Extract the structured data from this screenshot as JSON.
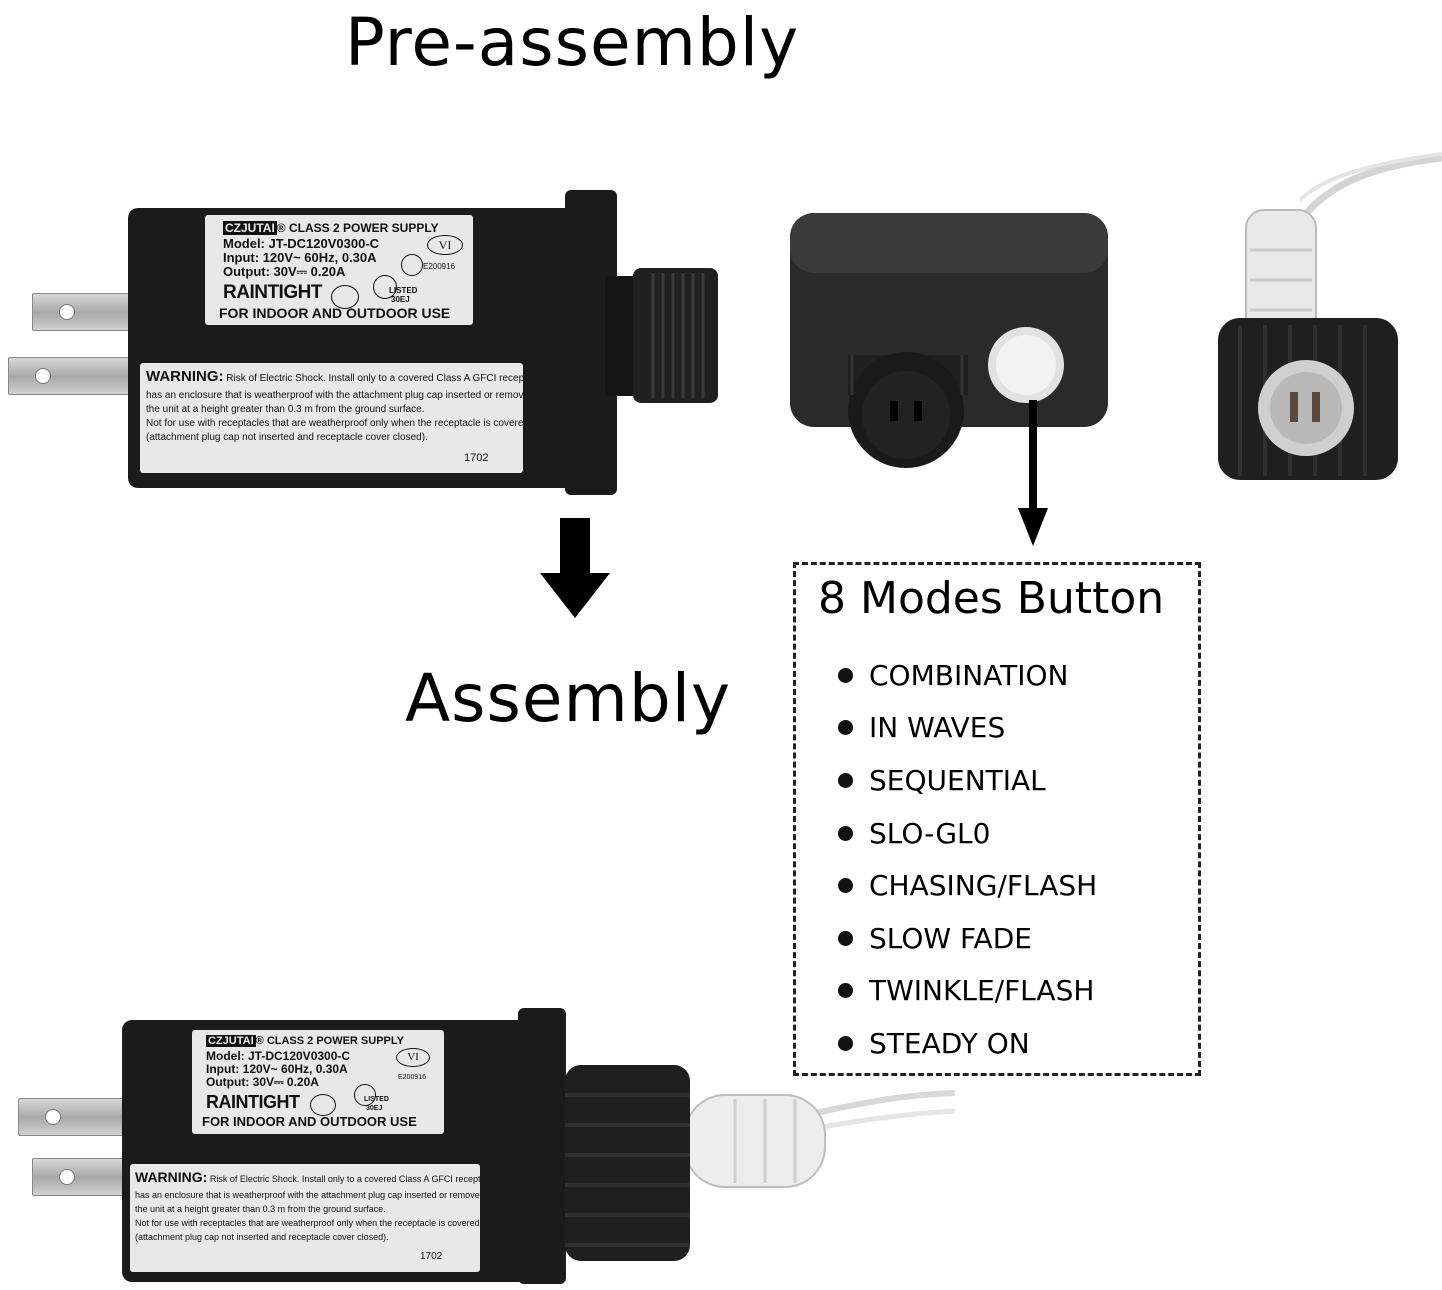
{
  "headings": {
    "pre_assembly": "Pre-assembly",
    "assembly": "Assembly"
  },
  "adapter_label": {
    "brand": "CZJUTAI",
    "brand_mark": "®",
    "class": "CLASS 2 POWER SUPPLY",
    "model": "Model: JT-DC120V0300-C",
    "input": "Input: 120V~ 60Hz, 0.30A",
    "output": "Output: 30V⎓ 0.20A",
    "raintight": "RAINTIGHT",
    "vi_mark": "VI",
    "ul_file": "E200916",
    "ul_listed": "LISTED",
    "ul_code": "30EJ",
    "use": "FOR INDOOR AND OUTDOOR USE",
    "warning_title": "WARNING:",
    "warning_1": "Risk of Electric Shock. Install only to a covered Class A GFCI receptacle that",
    "warning_2": "has an enclosure that is weatherproof with the attachment plug cap inserted or removed Mount",
    "warning_3": "the unit at a height greater than 0.3 m from the ground surface.",
    "warning_4": "Not for use with receptacles that are weatherproof only when the receptacle is covered",
    "warning_5": "(attachment plug cap not inserted and receptacle cover closed).",
    "lot": "1702"
  },
  "modes": {
    "title": "8 Modes Button",
    "items": [
      "COMBINATION",
      "IN WAVES",
      "SEQUENTIAL",
      "SLO-GL0",
      "CHASING/FLASH",
      "SLOW FADE",
      "TWINKLE/FLASH",
      "STEADY ON"
    ]
  },
  "colors": {
    "housing": "#1b1b1b",
    "label": "#e8e8e8",
    "text": "#000000"
  }
}
